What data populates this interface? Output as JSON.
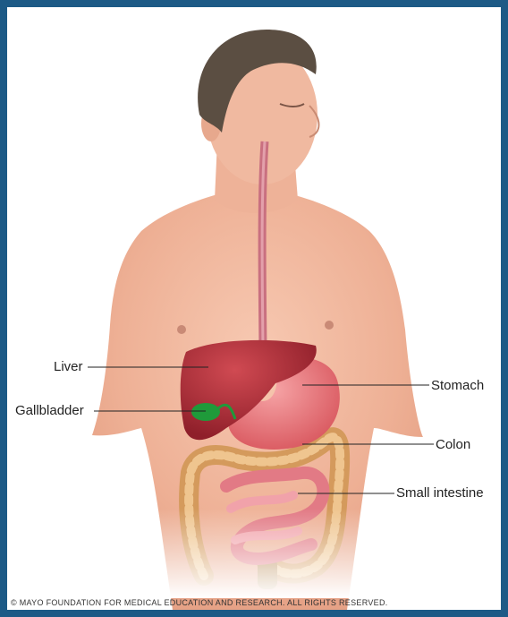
{
  "labels": {
    "liver": "Liver",
    "gallbladder": "Gallbladder",
    "stomach": "Stomach",
    "colon": "Colon",
    "small_intestine": "Small intestine"
  },
  "copyright": "© MAYO FOUNDATION FOR MEDICAL EDUCATION AND RESEARCH. ALL RIGHTS RESERVED.",
  "colors": {
    "frame_border": "#1d5a86",
    "skin": "#f2b89f",
    "liver": "#b8343e",
    "gallbladder": "#1f9a3a",
    "stomach": "#e8767c",
    "colon": "#dba468",
    "small_intestine": "#e9858f"
  }
}
